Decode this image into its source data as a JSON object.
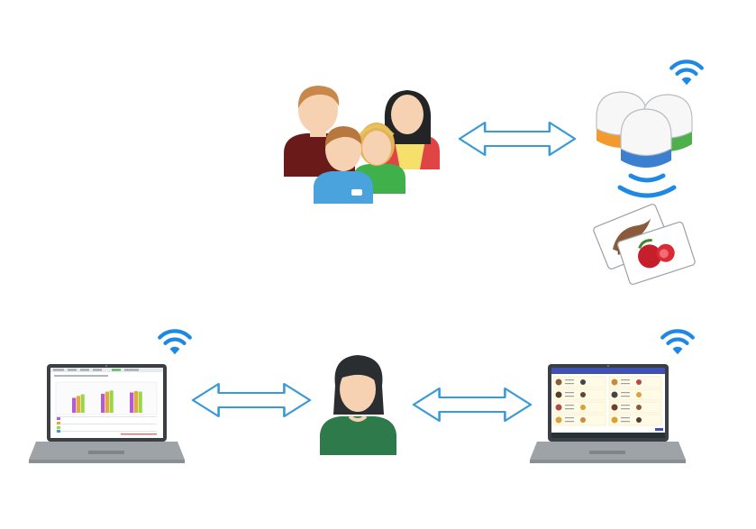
{
  "colors": {
    "arrow": "#3a9ad9",
    "wifi": "#1e88e5",
    "skin": "#f7d2b2",
    "laptop_body": "#9ea3a7",
    "laptop_dark": "#3b3f44"
  },
  "icons": {
    "family": "family-group-icon",
    "teacher": "teacher-icon",
    "buzzers": "smart-buzzer-pods-icon",
    "cards": "picture-cards-icon",
    "wifi": "wifi-icon",
    "laptop_chart": "laptop-chart-icon",
    "laptop_grid": "laptop-grid-icon",
    "arrow": "double-arrow-icon"
  },
  "chart_bars": [
    {
      "group": 1,
      "values": [
        0.55,
        0.62,
        0.68
      ]
    },
    {
      "group": 2,
      "values": [
        0.7,
        0.78,
        0.82
      ]
    },
    {
      "group": 3,
      "values": [
        0.75,
        0.8,
        0.78
      ]
    }
  ],
  "bar_colors": [
    "#b35ad6",
    "#e5a93a",
    "#9ad64a"
  ]
}
